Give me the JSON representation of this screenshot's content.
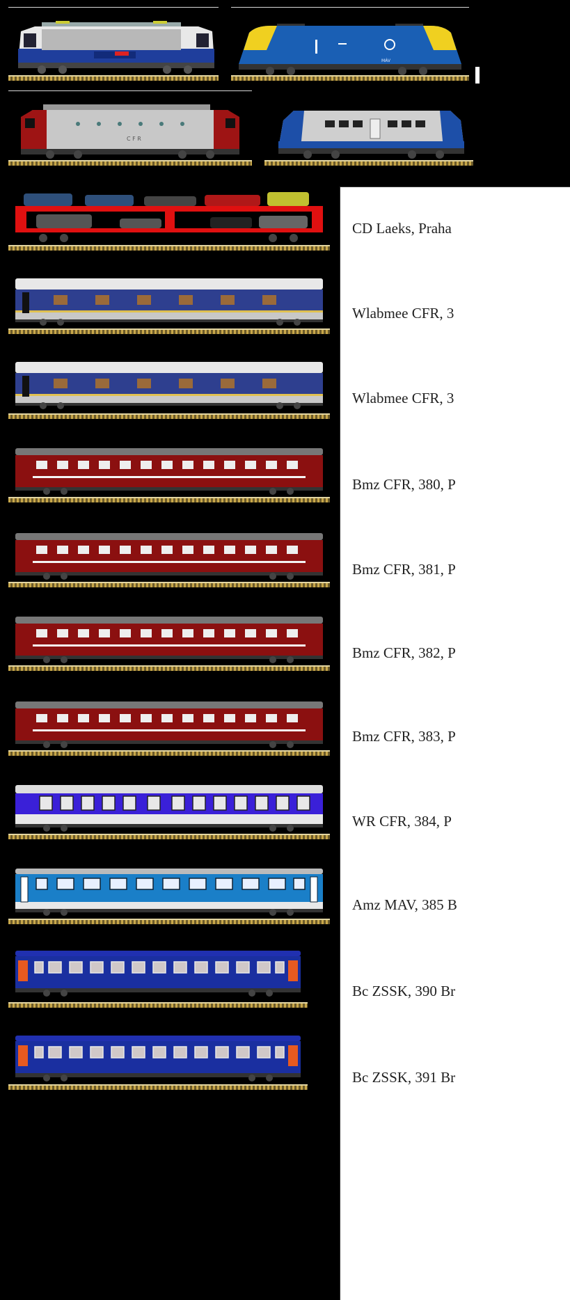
{
  "rows": [
    {
      "label": "CD Laeks, Praha"
    },
    {
      "label": "Wlabmee CFR, 3"
    },
    {
      "label": "Wlabmee CFR, 3"
    },
    {
      "label": "Bmz CFR, 380, P"
    },
    {
      "label": "Bmz CFR, 381, P"
    },
    {
      "label": "Bmz CFR, 382, P"
    },
    {
      "label": "Bmz CFR, 383, P"
    },
    {
      "label": "WR CFR, 384, P"
    },
    {
      "label": "Amz MAV, 385 B"
    },
    {
      "label": "Bc ZSSK, 390 Br"
    },
    {
      "label": "Bc ZSSK, 391 Br"
    }
  ],
  "locos": {
    "hungarian_logo": "MÁV",
    "cfr_mark": "C F R"
  },
  "colors": {
    "background": "#000000",
    "panel": "#ffffff",
    "cfr_red": "#8b1010",
    "mav_blue": "#1a5fb4",
    "zssk_blue": "#1a2fa0",
    "wlab_blue": "#2e3f8f",
    "car_carrier_red": "#e01010"
  }
}
